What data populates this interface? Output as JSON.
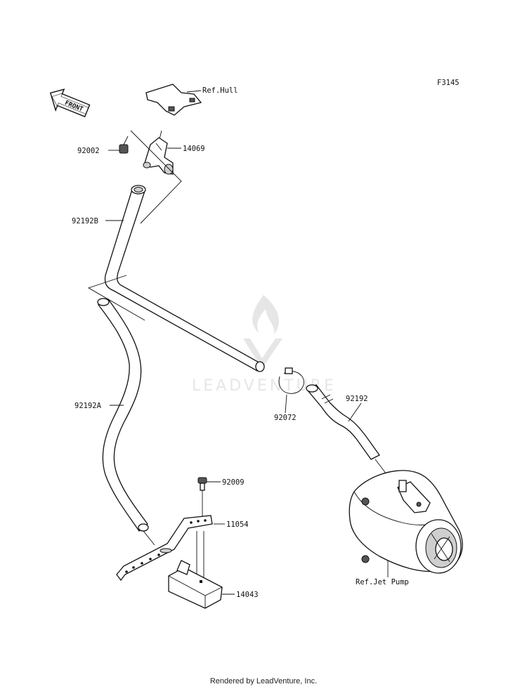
{
  "figure_code": "F3145",
  "front_arrow_text": "FRONT",
  "watermark": "LEADVENTURE",
  "footer": "Rendered by LeadVenture, Inc.",
  "parts": [
    {
      "key": "ref_hull",
      "label": "Ref.Hull"
    },
    {
      "key": "p14069",
      "label": "14069"
    },
    {
      "key": "p92002",
      "label": "92002"
    },
    {
      "key": "p92192b",
      "label": "92192B"
    },
    {
      "key": "p92072",
      "label": "92072"
    },
    {
      "key": "p92192",
      "label": "92192"
    },
    {
      "key": "p92192a",
      "label": "92192A"
    },
    {
      "key": "p92009",
      "label": "92009"
    },
    {
      "key": "p11054",
      "label": "11054"
    },
    {
      "key": "p14043",
      "label": "14043"
    },
    {
      "key": "ref_jet_pump",
      "label": "Ref.Jet Pump"
    }
  ]
}
